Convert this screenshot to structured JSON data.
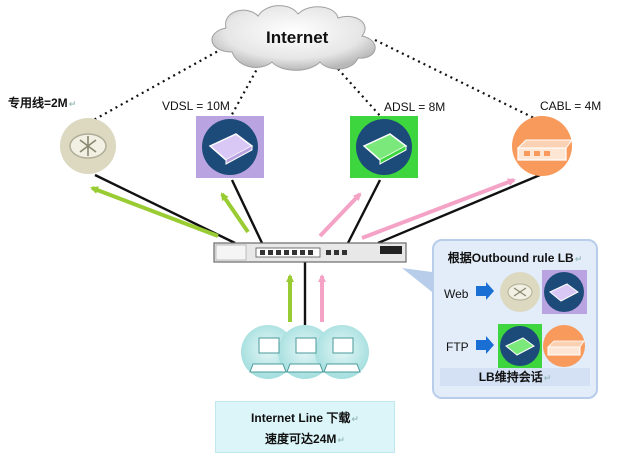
{
  "cloud": {
    "label": "Internet"
  },
  "isps": [
    {
      "label": "专用线=2M",
      "icon": "router-icon"
    },
    {
      "label": "VDSL = 10M",
      "icon": "vdsl-modem-icon"
    },
    {
      "label": "ADSL = 8M",
      "icon": "adsl-modem-icon"
    },
    {
      "label": "CABL = 4M",
      "icon": "cable-modem-icon"
    }
  ],
  "lb_panel": {
    "title": "根据Outbound rule LB",
    "rows": [
      {
        "label": "Web"
      },
      {
        "label": "FTP"
      }
    ],
    "footer": "LB维持会话"
  },
  "note": {
    "line1": "Internet Line  下载",
    "line2": "速度可达24M"
  },
  "colors": {
    "green_arrow": "#99cc33",
    "pink_arrow": "#f4a3c6",
    "router_gray": "#dcd9c0",
    "vdsl_bg": "#b9a3e0",
    "adsl_bg": "#3ed63e",
    "cable_orange": "#f79a5c",
    "modem_blue": "#1d4b79"
  }
}
